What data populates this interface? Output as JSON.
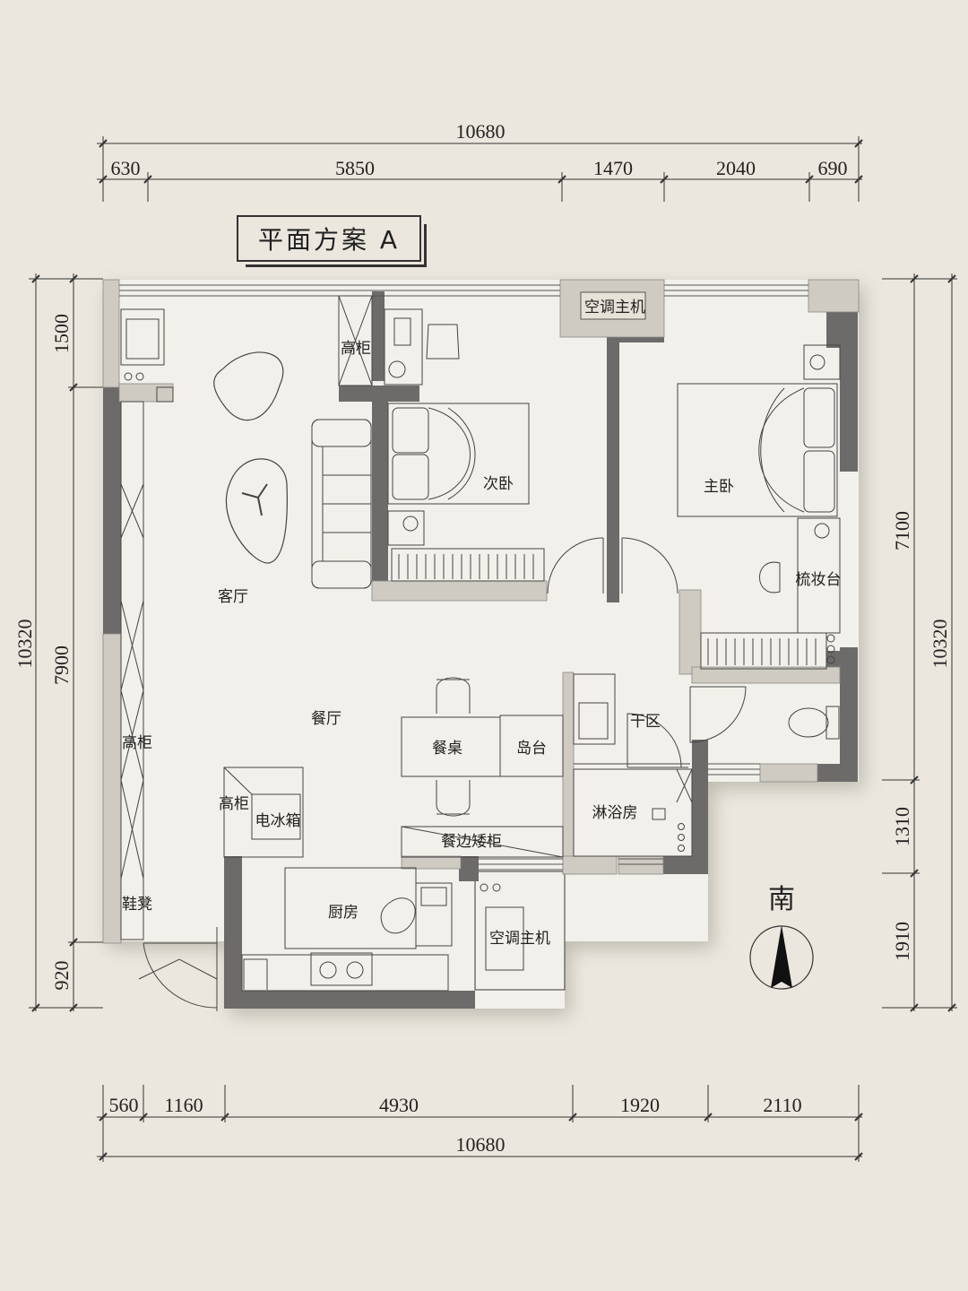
{
  "title": "平面方案 A",
  "dimensions": {
    "top_total": "10680",
    "top_segments": [
      "630",
      "5850",
      "1470",
      "2040",
      "690"
    ],
    "bottom_segments": [
      "560",
      "1160",
      "4930",
      "1920",
      "2110"
    ],
    "bottom_total": "10680",
    "left_segments": [
      "1500",
      "7900",
      "920"
    ],
    "left_total": "10320",
    "right_segments": [
      "7100",
      "1310",
      "1910"
    ],
    "right_total": "10320"
  },
  "rooms": {
    "ac_unit_top": "空调主机",
    "tall_cabinet_top": "高柜",
    "second_bedroom": "次卧",
    "master_bedroom": "主卧",
    "dresser": "梳妆台",
    "living_room": "客厅",
    "dining_room": "餐厅",
    "dining_table": "餐桌",
    "island": "岛台",
    "dry_area": "干区",
    "tall_cabinet_left": "高柜",
    "tall_cabinet_fridge": "高柜",
    "fridge": "电冰箱",
    "sideboard": "餐边矮柜",
    "shower": "淋浴房",
    "kitchen": "厨房",
    "ac_unit_bottom": "空调主机",
    "shoe_bench": "鞋凳"
  },
  "compass": {
    "label": "南"
  },
  "colors": {
    "background": "#ebe7de",
    "wall": "#6d6b69",
    "floor": "#f2f0ea",
    "line": "#333333"
  }
}
